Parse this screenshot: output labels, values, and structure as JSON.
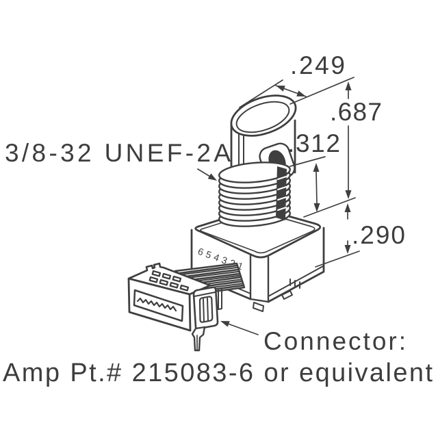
{
  "drawing": {
    "background_color": "#ffffff",
    "line_color": "#3f3f3f",
    "text_color": "#3d3d3d",
    "annotations": {
      "thread_spec": "3/8-32 UNEF-2A",
      "connector_title": "Connector:",
      "connector_part_number": "Amp Pt.# 215083-6 or equivalent",
      "body_marking": "654321"
    },
    "dimensions": {
      "shaft_diameter": ".249",
      "overall_height": ".687",
      "bushing_length": ".312",
      "body_height": ".290"
    }
  }
}
